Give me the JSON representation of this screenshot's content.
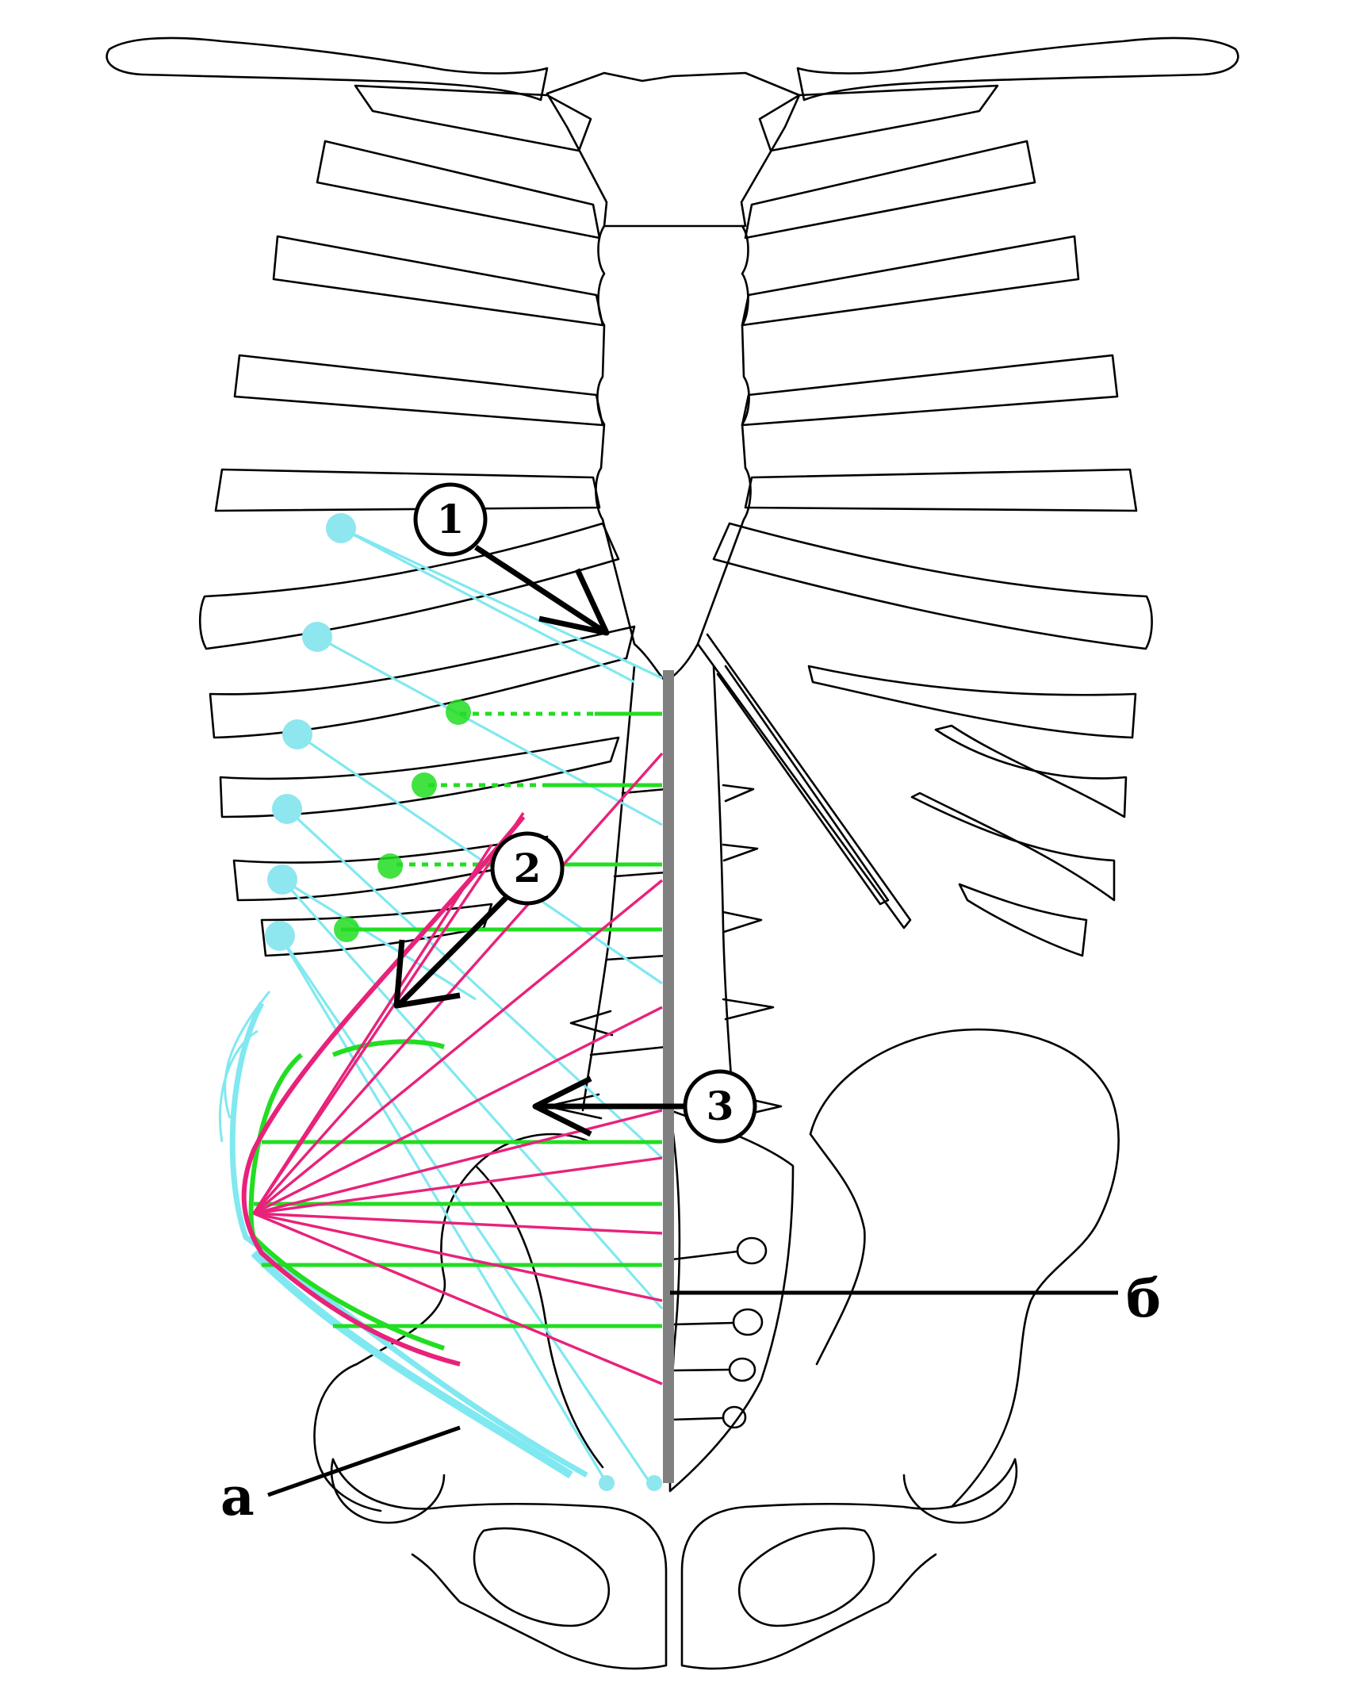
{
  "colors": {
    "outline": "#000000",
    "midline": "#808080",
    "cyan_fibers": "#80e8f0",
    "cyan_attachment": "#8ee6ee",
    "green_fibers": "#22dd22",
    "magenta_fibers": "#e8227a",
    "background": "#ffffff"
  },
  "callouts": [
    {
      "id": "1",
      "text": "1"
    },
    {
      "id": "2",
      "text": "2"
    },
    {
      "id": "3",
      "text": "3"
    }
  ],
  "labels": {
    "a": "а",
    "b": "б"
  }
}
